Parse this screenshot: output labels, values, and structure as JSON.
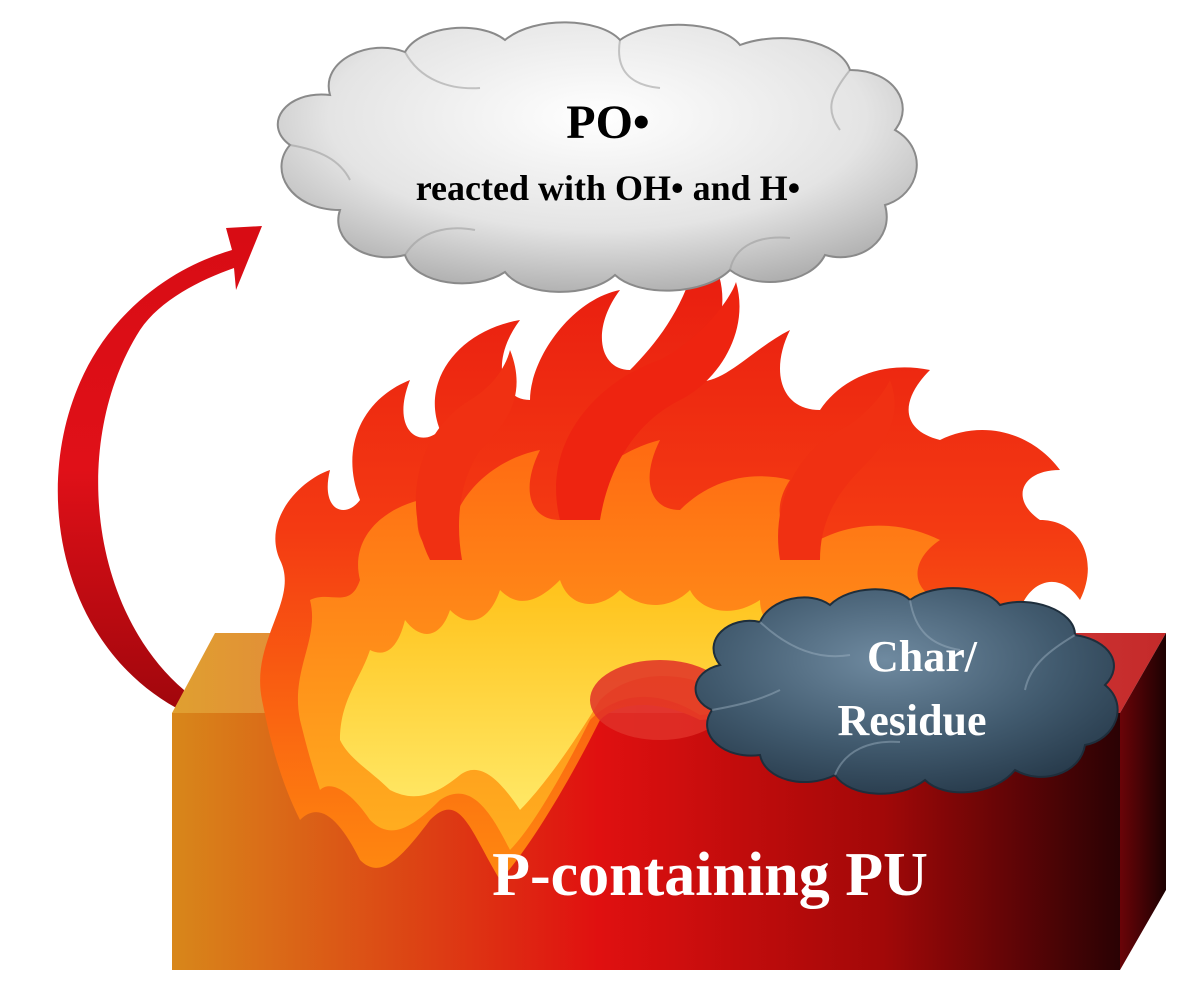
{
  "gas_phase": {
    "radical": "PO•",
    "reaction": "reacted with OH• and H•"
  },
  "condensed_phase": {
    "line1": "Char/",
    "line2": "Residue"
  },
  "material": {
    "label": "P-containing PU"
  },
  "colors": {
    "arrow": "#d0101a",
    "flame_outer": "#ef1c10",
    "flame_mid": "#ff7a14",
    "flame_inner": "#ffd21a",
    "block_left": "#d8871a",
    "block_mid": "#d40d0d",
    "block_right": "#2a0204",
    "char_cloud": "#3a5266",
    "gas_cloud": "#d6d6d6"
  }
}
